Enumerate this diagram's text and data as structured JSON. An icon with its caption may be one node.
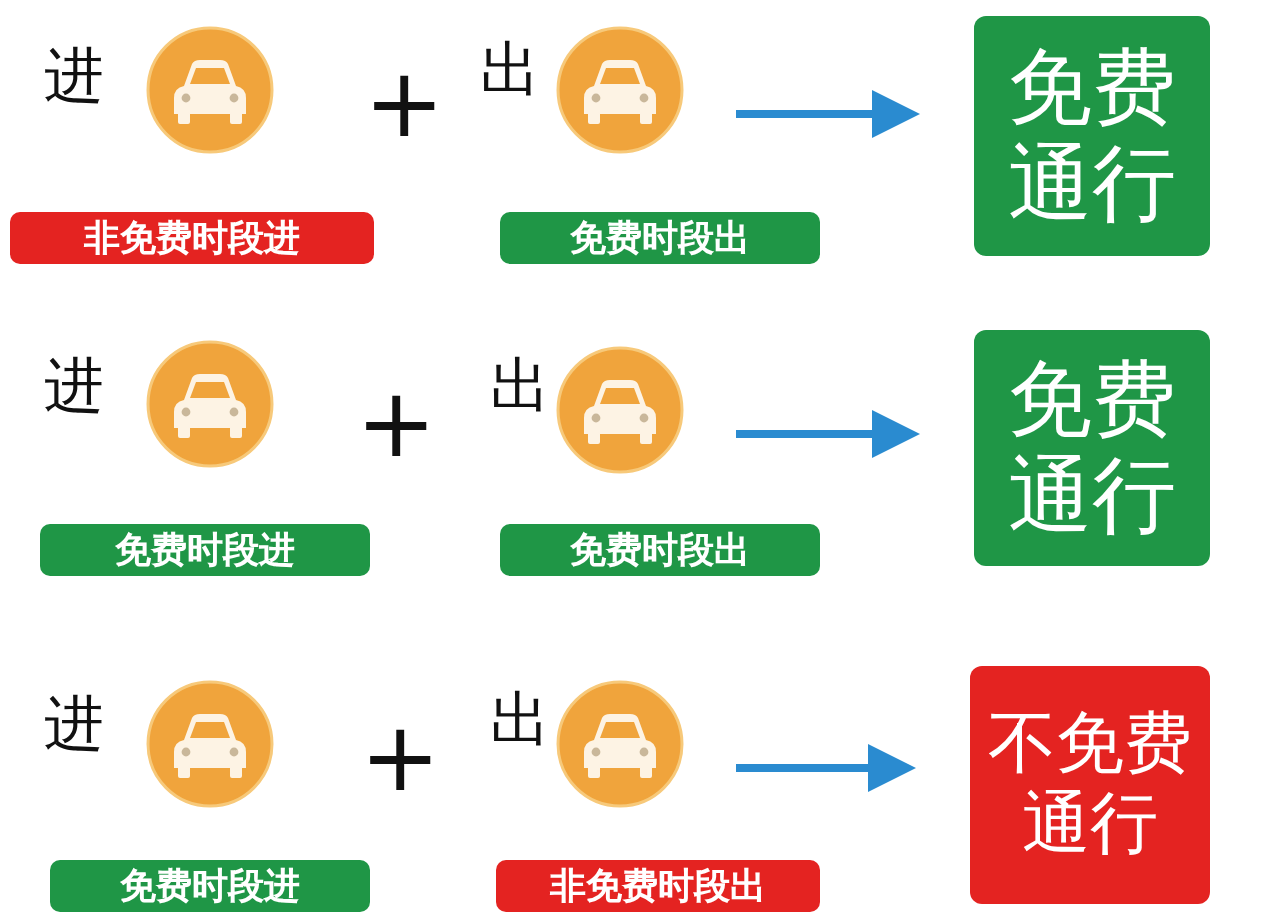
{
  "diagram": {
    "nodes": [
      {
        "text": [],
        "shape": "circle",
        "beside": [
          "进"
        ]
      },
      {
        "text": [
          "非免费时段进"
        ]
      },
      {
        "text": [],
        "shape": "circle",
        "beside": [
          "出"
        ]
      },
      {
        "text": [
          "免费时段出"
        ]
      },
      {
        "text": [
          "免费通行"
        ]
      },
      {
        "text": [],
        "shape": "circle",
        "beside": [
          "进"
        ]
      },
      {
        "text": [
          "免费时段进"
        ]
      },
      {
        "text": [],
        "shape": "circle",
        "beside": [
          "出"
        ]
      },
      {
        "text": [
          "免费时段出"
        ]
      },
      {
        "text": [
          "免费通行"
        ]
      },
      {
        "text": [],
        "shape": "circle",
        "beside": [
          "进"
        ]
      },
      {
        "text": [
          "免费时段进"
        ]
      },
      {
        "text": [],
        "shape": "circle",
        "beside": [
          "出"
        ]
      },
      {
        "text": [
          "非免费时段出"
        ]
      },
      {
        "text": [
          "不免费通行"
        ]
      }
    ],
    "edges": [
      {
        "from": 2,
        "to": 4,
        "arrow": "to"
      },
      {
        "from": 7,
        "to": 9,
        "arrow": "to"
      },
      {
        "from": 12,
        "to": 14,
        "arrow": "to"
      }
    ],
    "labels": [
      "+",
      "+",
      "+"
    ]
  }
}
